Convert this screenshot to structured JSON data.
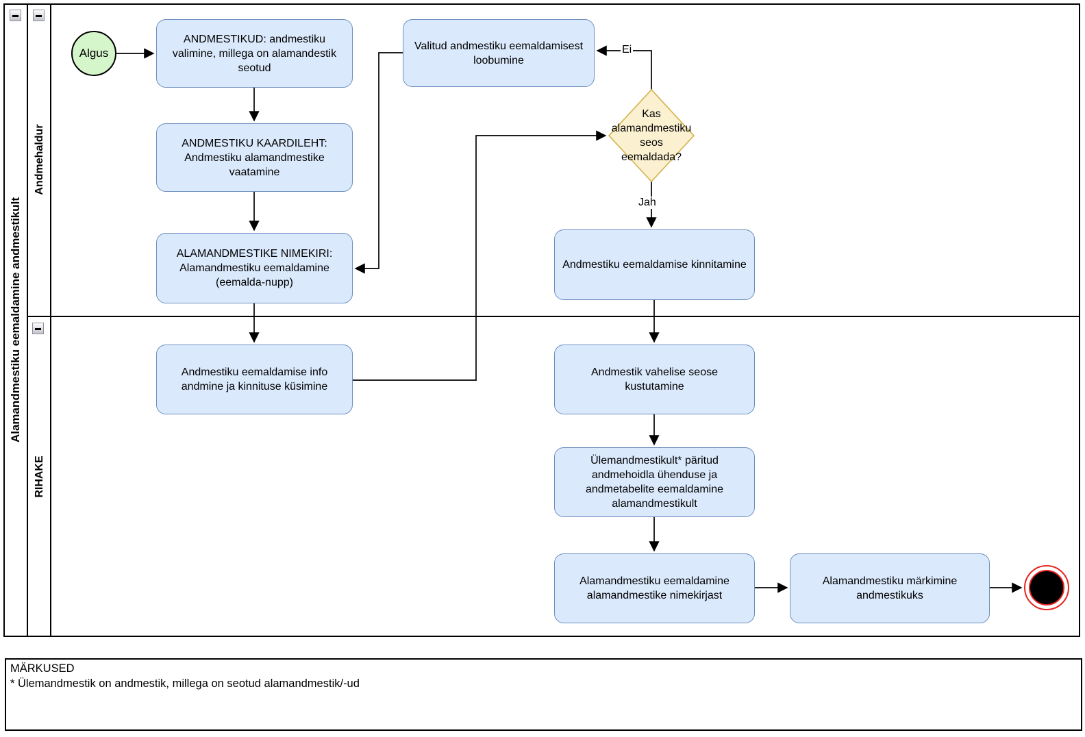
{
  "pool": {
    "title": "Alamandmestiku eemaldamine andmestikult"
  },
  "lanes": {
    "top": "Andmehaldur",
    "bottom": "RIHAKE"
  },
  "events": {
    "start_label": "Algus"
  },
  "tasks": {
    "andmestikud": "ANDMESTIKUD: andmestiku valimine, millega on alamandestik seotud",
    "kaardileht": "ANDMESTIKU KAARDILEHT: Andmestiku alamandmestike vaatamine",
    "nimekiri": "ALAMANDMESTIKE NIMEKIRI: Alamandmestiku eemaldamine (eemalda-nupp)",
    "loobumine": "Valitud andmestiku eemaldamisest loobumine",
    "kinnitamine": "Andmestiku eemaldamise kinnitamine",
    "info_andmine": "Andmestiku eemaldamise info andmine ja kinnituse küsimine",
    "seose_kustutamine": "Andmestik vahelise seose kustutamine",
    "paritud_eemaldamine": "Ülemandmestikult* päritud andmehoidla ühenduse ja andmetabelite eemaldamine alamandmestikult",
    "nimekirjast_eemaldamine": "Alamandmestiku eemaldamine alamandmestike nimekirjast",
    "markimine": "Alamandmestiku märkimine andmestikuks"
  },
  "gateway": {
    "question": "Kas alamandmestiku seos eemaldada?",
    "label_yes": "Jah",
    "label_no": "Ei"
  },
  "notes": {
    "title": "MÄRKUSED",
    "line1": "* Ülemandmestik on andmestik, millega on seotud alamandmestik/-ud"
  },
  "colors": {
    "task_fill": "#dbe9fc",
    "task_stroke": "#6c8ebf",
    "start_fill": "#d5f5cb",
    "gateway_fill": "#fbf1d1",
    "gateway_stroke": "#d6b656",
    "end_red": "#e8231f"
  }
}
